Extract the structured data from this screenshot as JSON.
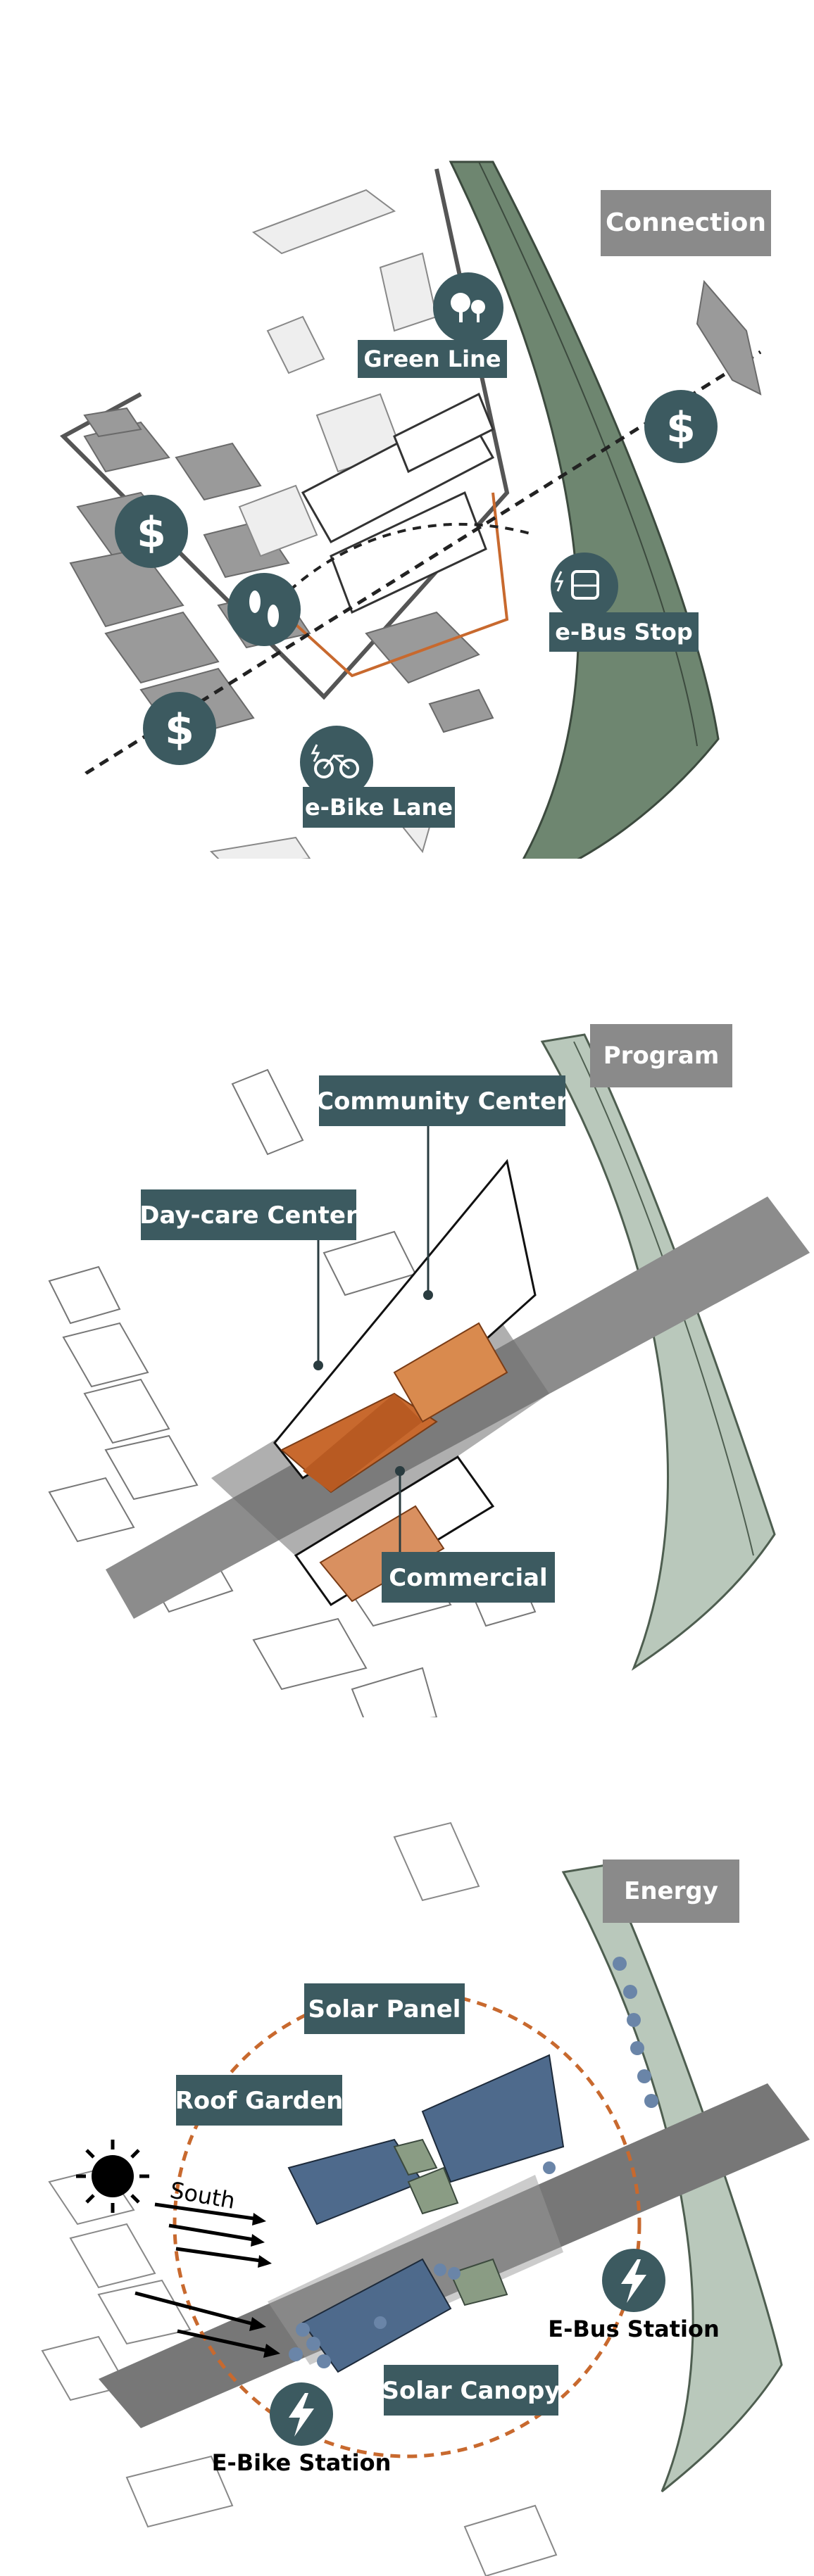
{
  "colors": {
    "label_bg": "#3c5a60",
    "header_bg": "#8a8a8a",
    "green_band": "#6e8670",
    "green_band_light": "#b9c8bb",
    "orange": "#c8692e",
    "orange_light": "#d99060",
    "solar_blue": "#4e6a8c",
    "roof_green": "#8a9c84",
    "building_gray": "#9a9a9a",
    "road_gray": "#4f4f4f"
  },
  "connection": {
    "header": "Connection",
    "green_line": "Green Line",
    "ebus_stop": "e-Bus Stop",
    "ebike_lane": "e-Bike Lane",
    "icons": [
      "dollar-icon",
      "tree-icon",
      "footsteps-icon",
      "bus-icon",
      "bicycle-icon"
    ]
  },
  "program": {
    "header": "Program",
    "community_center": "Community Center",
    "daycare_center": "Day-care Center",
    "commercial": "Commercial"
  },
  "energy": {
    "header": "Energy",
    "solar_panel": "Solar Panel",
    "roof_garden": "Roof Garden",
    "solar_canopy": "Solar Canopy",
    "south": "South",
    "ebus_station": "E-Bus Station",
    "ebike_station": "E-Bike Station",
    "icons": [
      "sun-icon",
      "lightning-icon"
    ]
  }
}
